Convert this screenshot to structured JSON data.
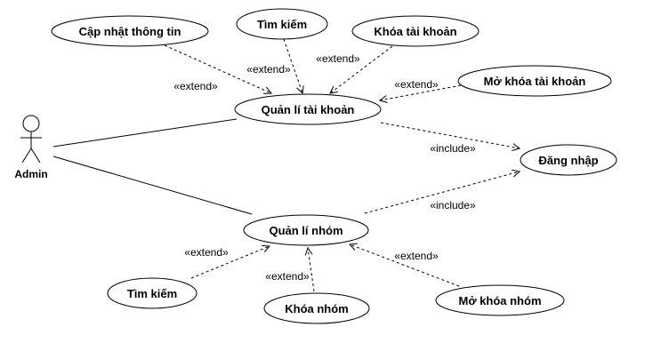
{
  "actor": {
    "name": "Admin"
  },
  "use_cases": {
    "cap_nhat_thong_tin": "Cập nhật thông tin",
    "tim_kiem_tk": "Tìm kiếm",
    "khoa_tai_khoan": "Khóa tài khoản",
    "mo_khoa_tai_khoan": "Mở khóa tài khoản",
    "quan_li_tai_khoan": "Quản lí tài khoản",
    "dang_nhap": "Đăng nhập",
    "quan_li_nhom": "Quản lí nhóm",
    "tim_kiem_nhom": "Tìm kiếm",
    "khoa_nhom": "Khóa nhóm",
    "mo_khoa_nhom": "Mở khóa nhóm"
  },
  "stereotypes": {
    "extend_cap_nhat": "«extend»",
    "extend_tim_kiem_tk": "«extend»",
    "extend_khoa_tk": "«extend»",
    "extend_mo_khoa_tk": "«extend»",
    "include_tk": "«include»",
    "include_nhom": "«include»",
    "extend_tim_kiem_nhom": "«extend»",
    "extend_khoa_nhom": "«extend»",
    "extend_mo_khoa_nhom": "«extend»"
  }
}
